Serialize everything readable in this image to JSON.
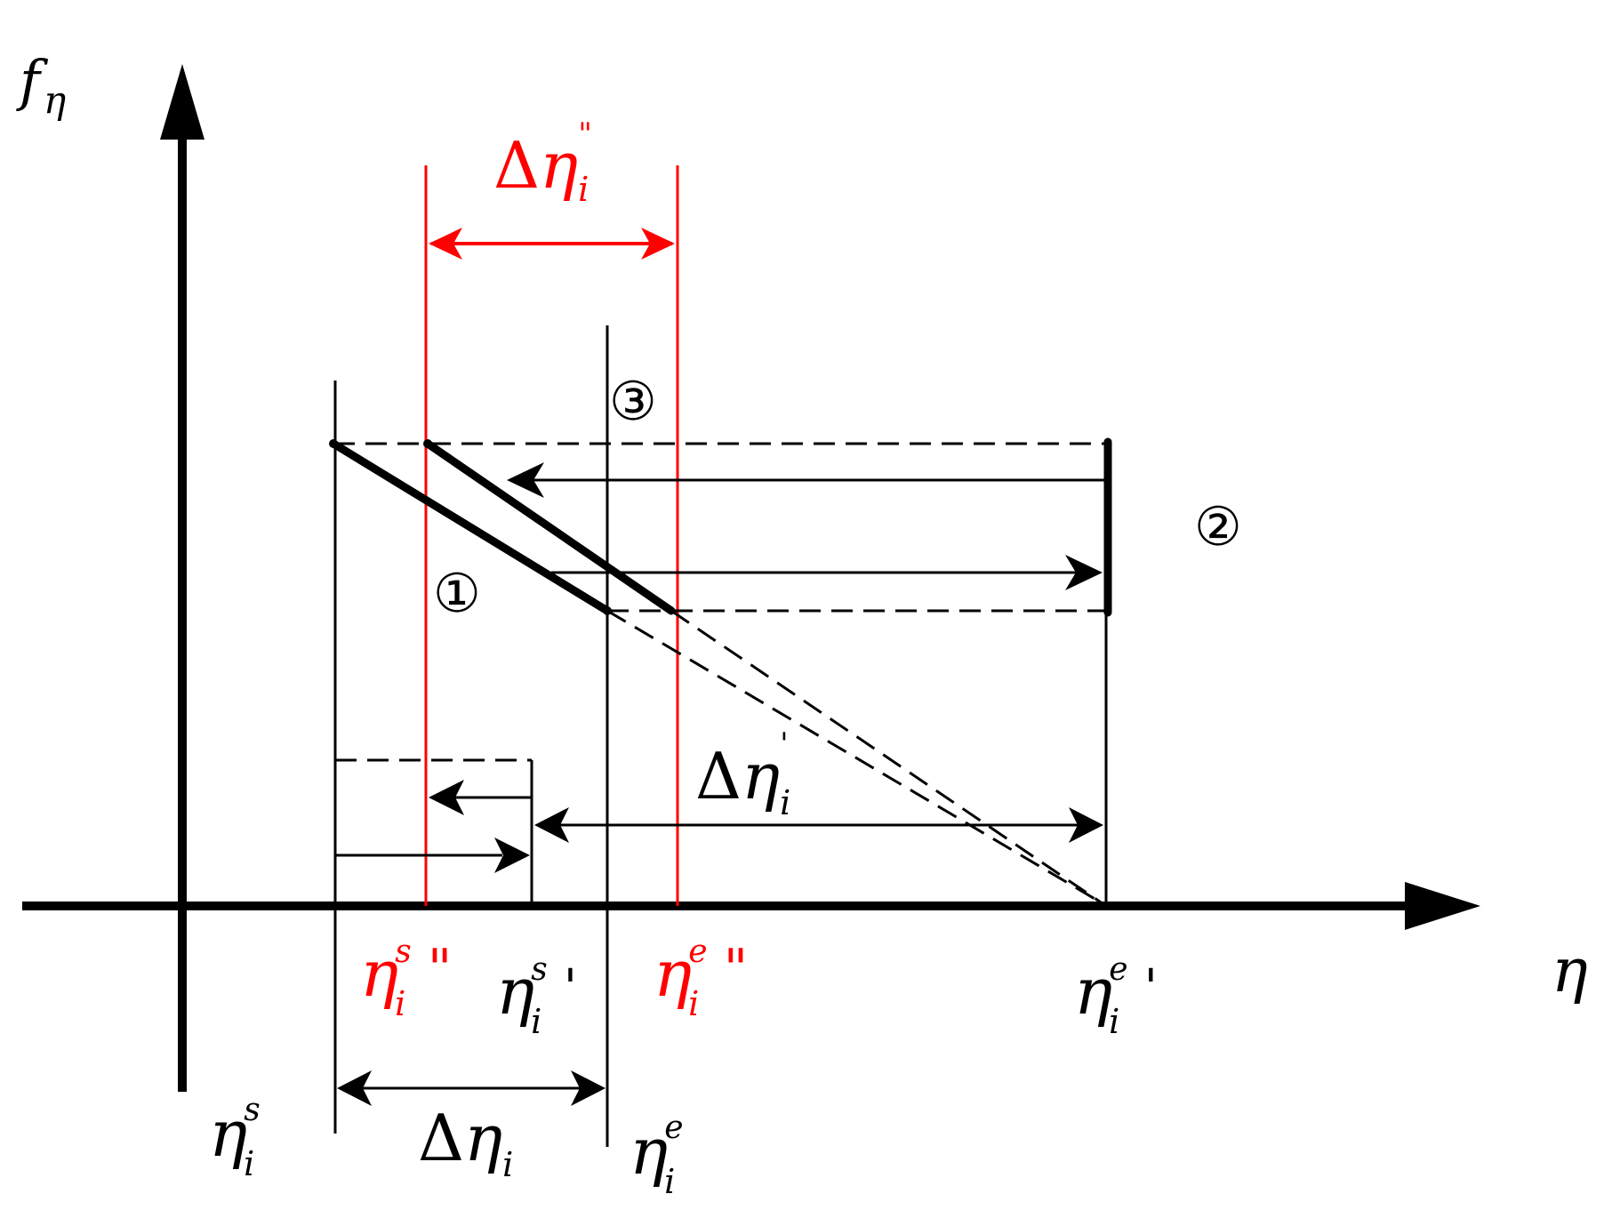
{
  "colors": {
    "black": "#000000",
    "red": "#ff0000"
  },
  "axes": {
    "y_label": "f",
    "y_label_sub": "η",
    "x_label": "η"
  },
  "labels": {
    "eta_s": {
      "base": "η",
      "sup": "s",
      "sub": "i"
    },
    "eta_e": {
      "base": "η",
      "sup": "e",
      "sub": "i"
    },
    "delta_eta": {
      "delta": "Δ",
      "base": "η",
      "sub": "i"
    },
    "eta_s_prime": {
      "base": "η",
      "sup": "s",
      "sub": "i",
      "prime": "'"
    },
    "eta_e_prime": {
      "base": "η",
      "sup": "e",
      "sub": "i",
      "prime": "'"
    },
    "delta_eta_prime": {
      "delta": "Δ",
      "base": "η",
      "sub": "i",
      "sup": "'"
    },
    "eta_s_dprime": {
      "base": "η",
      "sup": "s",
      "sub": "i",
      "prime": "\""
    },
    "eta_e_dprime": {
      "base": "η",
      "sup": "e",
      "sub": "i",
      "prime": "\""
    },
    "delta_eta_dprime": {
      "delta": "Δ",
      "base": "η",
      "sub": "i",
      "sup": "\""
    }
  },
  "markers": {
    "one": "①",
    "two": "②",
    "three": "③"
  }
}
